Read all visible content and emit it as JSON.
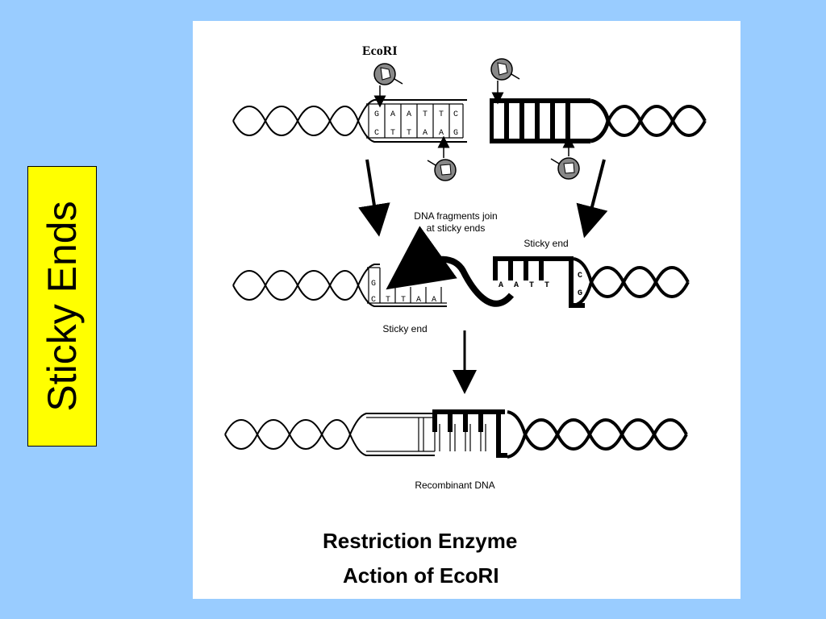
{
  "slide": {
    "side_title": "Sticky Ends",
    "colors": {
      "background": "#99ccff",
      "label_fill": "#ffff00",
      "panel": "#ffffff",
      "ink": "#000000"
    }
  },
  "diagram": {
    "enzyme_label": "EcoRI",
    "top_strand_bases": [
      "G",
      "A",
      "A",
      "T",
      "T",
      "C"
    ],
    "bottom_strand_bases": [
      "C",
      "T",
      "T",
      "A",
      "A",
      "G"
    ],
    "join_caption_line1": "DNA fragments join",
    "join_caption_line2": "at sticky ends",
    "sticky_end_right_label": "Sticky end",
    "sticky_end_left_label": "Sticky end",
    "left_fragment_top": [
      "G"
    ],
    "left_fragment_bottom": [
      "C",
      "T",
      "T",
      "A",
      "A"
    ],
    "right_fragment_bottom": [
      "A",
      "A",
      "T",
      "T"
    ],
    "right_fragment_side": [
      "C",
      "G"
    ],
    "result_label": "Recombinant DNA",
    "title_line1": "Restriction Enzyme",
    "title_line2": "Action of EcoRI"
  }
}
